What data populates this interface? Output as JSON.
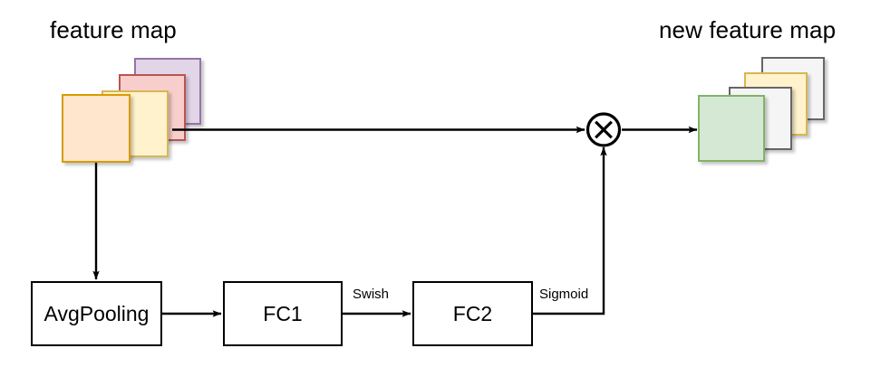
{
  "diagram": {
    "titles": {
      "left": "feature map",
      "right": "new feature map"
    },
    "nodes": [
      {
        "name": "avgpooling",
        "label": "AvgPooling"
      },
      {
        "name": "fc1",
        "label": "FC1"
      },
      {
        "name": "fc2",
        "label": "FC2"
      },
      {
        "name": "multiply",
        "label": "×"
      }
    ],
    "edge_labels": {
      "fc1_to_fc2": "Swish",
      "fc2_to_multiply": "Sigmoid"
    },
    "icons": {
      "multiply": "multiply-circle-icon",
      "arrow": "arrowhead-icon"
    },
    "feature_map_left": {
      "label": "feature map",
      "layers": [
        {
          "name": "layer-4-purple",
          "fill": "#e1d5e7",
          "stroke": "#9673a6"
        },
        {
          "name": "layer-3-pink",
          "fill": "#f8cecc",
          "stroke": "#b85450"
        },
        {
          "name": "layer-2-yellow",
          "fill": "#fff2cc",
          "stroke": "#d6b656"
        },
        {
          "name": "layer-1-orange",
          "fill": "#ffe6cc",
          "stroke": "#d79b00"
        }
      ]
    },
    "feature_map_right": {
      "label": "new feature map",
      "layers": [
        {
          "name": "layer-4-white",
          "fill": "#f5f5f5",
          "stroke": "#666666"
        },
        {
          "name": "layer-3-yellow",
          "fill": "#fff2cc",
          "stroke": "#d6b656"
        },
        {
          "name": "layer-2-white",
          "fill": "#f5f5f5",
          "stroke": "#666666"
        },
        {
          "name": "layer-1-green",
          "fill": "#d5e8d4",
          "stroke": "#82b366"
        }
      ]
    },
    "colors": {
      "stroke": "#000000",
      "background": "#ffffff"
    }
  }
}
